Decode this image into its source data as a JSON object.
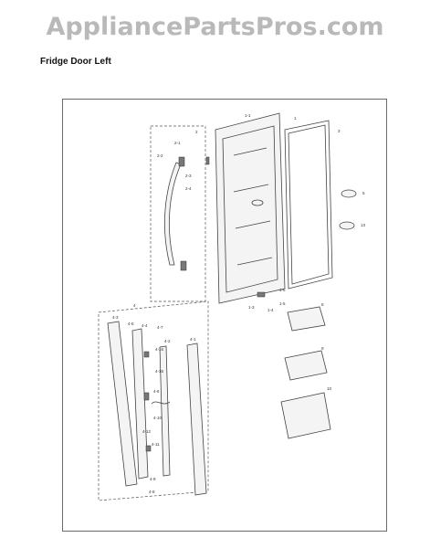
{
  "watermark": "AppliancePartsPros.com",
  "heading": "Fridge Door Left",
  "callouts": [
    {
      "id": "door-assy",
      "text": "1"
    },
    {
      "id": "door-assy-sub",
      "text": "1-1"
    },
    {
      "id": "gasket",
      "text": "3"
    },
    {
      "id": "cap-5",
      "text": "5"
    },
    {
      "id": "cap-13",
      "text": "13"
    },
    {
      "id": "handle-group",
      "text": "2"
    },
    {
      "id": "handle-2-1",
      "text": "2-1"
    },
    {
      "id": "handle-2-2",
      "text": "2-2"
    },
    {
      "id": "handle-2-3",
      "text": "2-3"
    },
    {
      "id": "handle-2-4",
      "text": "2-4"
    },
    {
      "id": "hinge-1-3",
      "text": "1-3"
    },
    {
      "id": "hinge-1-4",
      "text": "1-4"
    },
    {
      "id": "hinge-1-5",
      "text": "1-5"
    },
    {
      "id": "hinge-1-6",
      "text": "1-6"
    },
    {
      "id": "bin-8",
      "text": "8"
    },
    {
      "id": "bin-9",
      "text": "9"
    },
    {
      "id": "bin-10",
      "text": "10"
    },
    {
      "id": "cover-4",
      "text": "4"
    },
    {
      "id": "cover-4-1",
      "text": "4-1"
    },
    {
      "id": "cover-4-2",
      "text": "4-2"
    },
    {
      "id": "cover-4-3",
      "text": "4-3"
    },
    {
      "id": "cover-4-4",
      "text": "4-4"
    },
    {
      "id": "cover-4-5",
      "text": "4-5"
    },
    {
      "id": "cover-4-6",
      "text": "4-6"
    },
    {
      "id": "cover-4-7",
      "text": "4-7"
    },
    {
      "id": "cover-4-8",
      "text": "4-8"
    },
    {
      "id": "cover-4-9",
      "text": "4-9"
    },
    {
      "id": "cover-4-10",
      "text": "4-10"
    },
    {
      "id": "cover-4-11",
      "text": "4-11"
    },
    {
      "id": "cover-4-12",
      "text": "4-12"
    },
    {
      "id": "cover-4-15",
      "text": "4-15"
    },
    {
      "id": "cover-4-16",
      "text": "4-16"
    }
  ]
}
